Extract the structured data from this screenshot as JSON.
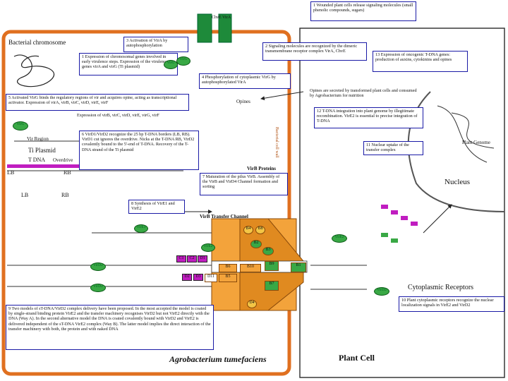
{
  "labels": {
    "bacterial_chromosome": "Bacterial chromosome",
    "ti_plasmid": "Ti Plasmid",
    "vir_region": "Vir Region",
    "t_dna": "T DNA",
    "overdrive": "Overdrive",
    "lb": "LB",
    "rb": "RB",
    "lb2": "LB",
    "rb2": "RB",
    "cell_wall": "Bacterial cell wall",
    "virb_proteins": "VirB Proteins",
    "virb_channel": "VirB Transfer Channel",
    "plant_genome": "Plant Genome",
    "nucleus": "Nucleus",
    "cytoplasmic_receptors": "Cytoplasmic Receptors",
    "agrobacterium": "Agrobacterium tumefaciens",
    "plant_cell": "Plant Cell",
    "opines": "Opines",
    "chvE_virA": "ChvE VirA"
  },
  "proteins": {
    "virA": "VirA",
    "virG1": "VirG",
    "virG2": "VirG",
    "virG3": "VirG",
    "virE2": "VirE2",
    "virD2": "VirD2",
    "b4": "B4",
    "b8": "B8",
    "b2": "B2",
    "b3": "B3",
    "b1": "B1",
    "b5": "B5",
    "b6": "B6",
    "b7": "B7",
    "b9": "B9",
    "b10": "B10",
    "d4": "D4",
    "d11": "D11",
    "d2": "D2",
    "c1": "C1",
    "c2": "C2",
    "d1": "D1",
    "vire1": "VirE1",
    "d3": "D3",
    "e2": "E2"
  },
  "steps": [
    {
      "id": "1",
      "text": "1 Wounded plant cells release signaling molecules (small phenolic compounds, sugars)"
    },
    {
      "id": "2",
      "text": "2 Signaling molecules are recognized by the dimeric transmembrane receptor complex VirA, ChvE"
    },
    {
      "id": "3",
      "text": "3 Activation of VirA by autophosphorylation"
    },
    {
      "id": "4",
      "text": "4 Phosphorylation of cytoplasmic VirG by autophosphorylated VirA"
    },
    {
      "id": "5",
      "text": "5 Activated VirG binds the regulatory regions of vir and acquires opine, acting as transcriptional activator. Expression of virA, virB, virC, virD, virE, virF"
    },
    {
      "id": "6",
      "text": "6 VirD1/VirD2 recognize the 25 bp T-DNA borders (LB, RB). VirD1 cut ignores the overdrive. Nicks at the T-DNA RB, VirD2 covalently bound to the 5'-end of T-DNA. Recovery of the T-DNA strand of the Ti plasmid"
    },
    {
      "id": "7",
      "text": "7 Maturation of the pilus VirB. Assembly of the VirB and VirD4 Channel formation and sorting"
    },
    {
      "id": "8",
      "text": "8 Synthesis of VirE1 and VirE2"
    },
    {
      "id": "9",
      "text": "9 Two models of sT-DNA/VirD2 complex delivery have been proposed. In the most accepted the model is coated by single-strand binding protein VirE2 and the transfer machinery recognises VirD2 but not VirE2 directly with the DNA (Way A). In the second alternative model the DNA is coated covalently bound with VirD2 and VirE2 is delivered independent of the sT-DNA VirE2 complex (Way B). The latter model implies the direct interaction of the transfer machinery with both, the protein and with naked DNA"
    },
    {
      "id": "10",
      "text": "10 Plant cytoplasmic receptors recognize the nuclear localization signals in VirE2 and VirD2"
    },
    {
      "id": "11",
      "text": "11 Nuclear uptake of the transfer complex"
    },
    {
      "id": "12",
      "text": "12 T-DNA integration into plant genome by illegitimate recombination. VirE2 is essential to precise integration of T-DNA"
    },
    {
      "id": "13",
      "text": "13 Expression of oncogenic T-DNA genes: production of auxins, cytokinins and opines"
    },
    {
      "id": "14",
      "text": "Opines are secreted by transformed plant cells and consumed by Agrobacterium for nutrition"
    },
    {
      "id": "1b",
      "text": "1 Expression of chromosomal genes involved in early virulence steps. Expression of the virulence genes virA and virG (Ti plasmid)"
    },
    {
      "id": "5b",
      "text": "Expression of virB, virC, virD, virE, virG, virF"
    }
  ],
  "colors": {
    "bacterium_border": "#e07020",
    "box_border": "#1a1aa6",
    "protein": "#39a845",
    "virb": "#f3a33b",
    "nucleus_border": "#555555",
    "magenta": "#c01dc0"
  }
}
